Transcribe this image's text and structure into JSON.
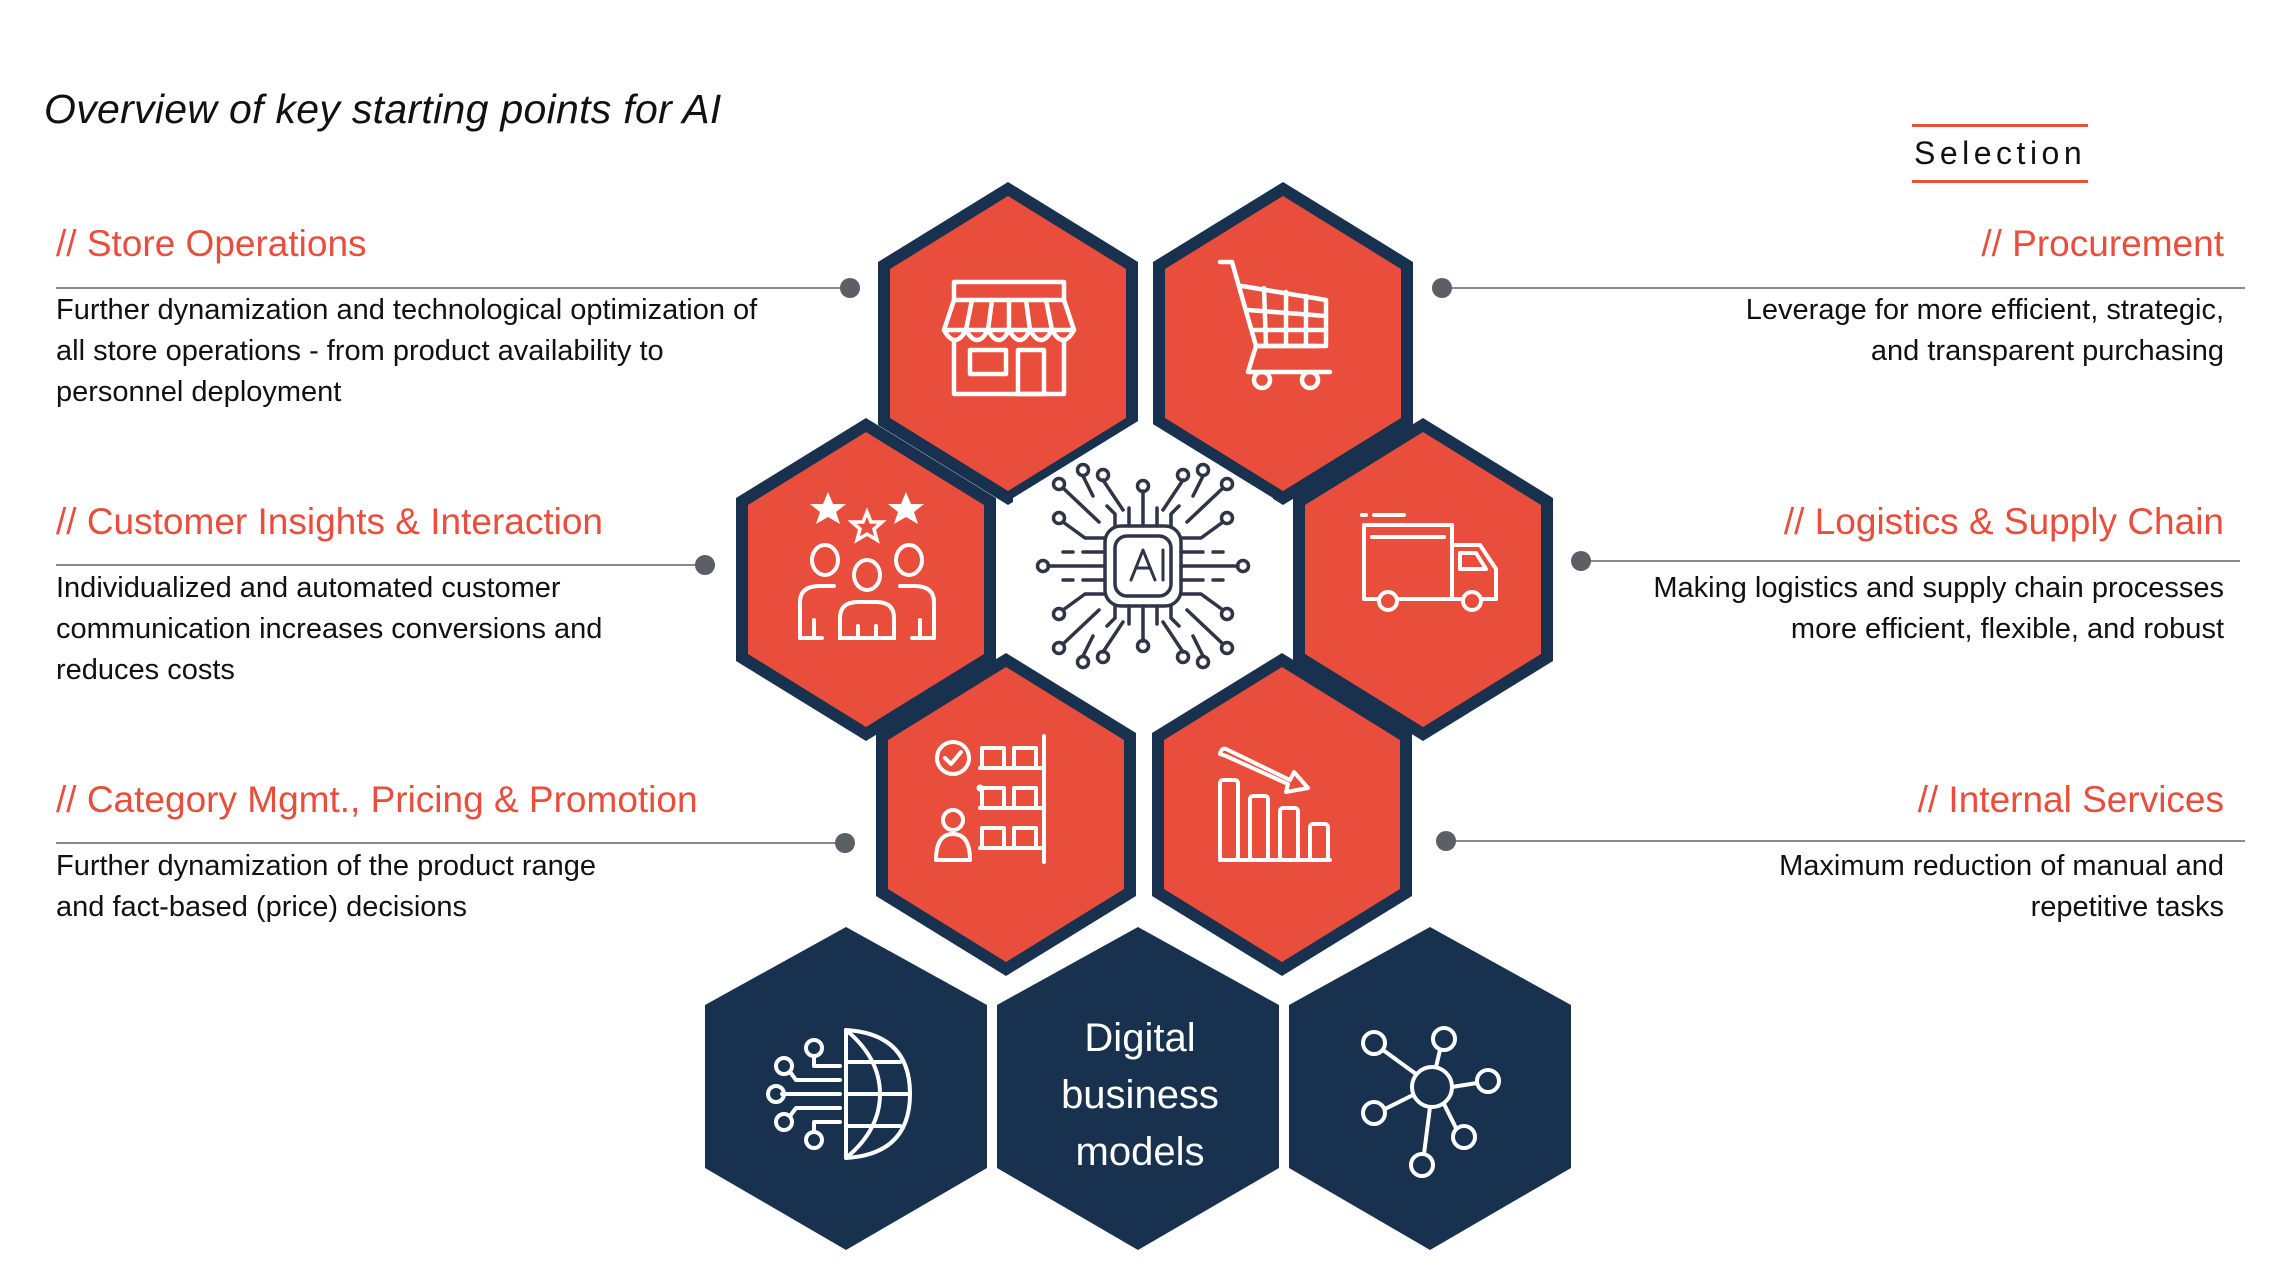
{
  "title": "Overview of key starting points for AI",
  "badge": {
    "label": "Selection",
    "accent_color": "#E84E3B"
  },
  "colors": {
    "accent": "#E84E3B",
    "navy": "#17314F",
    "connector": "#8A8A8A",
    "dot": "#5C5F66"
  },
  "sections": {
    "store_operations": {
      "heading": "// Store Operations",
      "lines": [
        "Further dynamization and technological optimization of",
        "all store operations - from product availability to",
        "personnel deployment"
      ],
      "icon": "storefront-icon"
    },
    "procurement": {
      "heading": "// Procurement",
      "lines": [
        "Leverage for more efficient, strategic,",
        "and transparent purchasing"
      ],
      "icon": "shopping-cart-icon"
    },
    "customer_insights": {
      "heading": "// Customer Insights & Interaction",
      "lines": [
        "Individualized and automated customer",
        "communication increases conversions and",
        "reduces costs"
      ],
      "icon": "customers-rating-icon"
    },
    "logistics": {
      "heading": "// Logistics & Supply Chain",
      "lines": [
        "Making logistics and supply chain processes",
        "more efficient, flexible, and robust"
      ],
      "icon": "delivery-truck-icon"
    },
    "category_mgmt": {
      "heading": "// Category Mgmt., Pricing & Promotion",
      "lines": [
        "Further dynamization of the product range",
        "and fact-based (price) decisions"
      ],
      "icon": "shelf-checklist-icon"
    },
    "internal_services": {
      "heading": "// Internal Services",
      "lines": [
        "Maximum reduction of manual and",
        "repetitive tasks"
      ],
      "icon": "declining-bar-chart-icon"
    }
  },
  "center": {
    "chip_label": "AI",
    "icon": "ai-chip-icon"
  },
  "digital_business_models": {
    "lines": [
      "Digital",
      "business",
      "models"
    ],
    "left_icon": "digital-globe-icon",
    "right_icon": "network-hub-icon"
  }
}
